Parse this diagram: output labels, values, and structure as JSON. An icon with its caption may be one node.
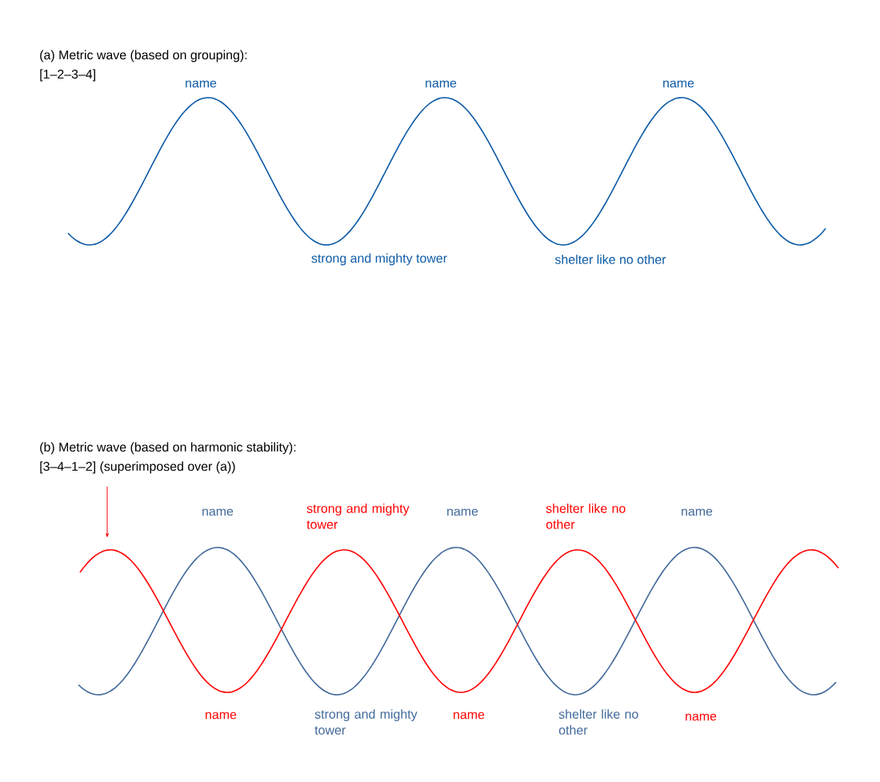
{
  "diagram": {
    "labels": [
      "(a) Metric wave (based on grouping):",
      "[1–2–3–4]",
      "name",
      "name",
      "name",
      "strong and mighty tower",
      "shelter like no other",
      "(b) Metric wave (based on harmonic stability):",
      "[3–4–1–2] (superimposed over (a))",
      "name",
      "strong and mighty tower",
      "name",
      "shelter like no other",
      "name",
      "name",
      "strong and mighty tower",
      "name",
      "shelter like no other",
      "name"
    ]
  }
}
